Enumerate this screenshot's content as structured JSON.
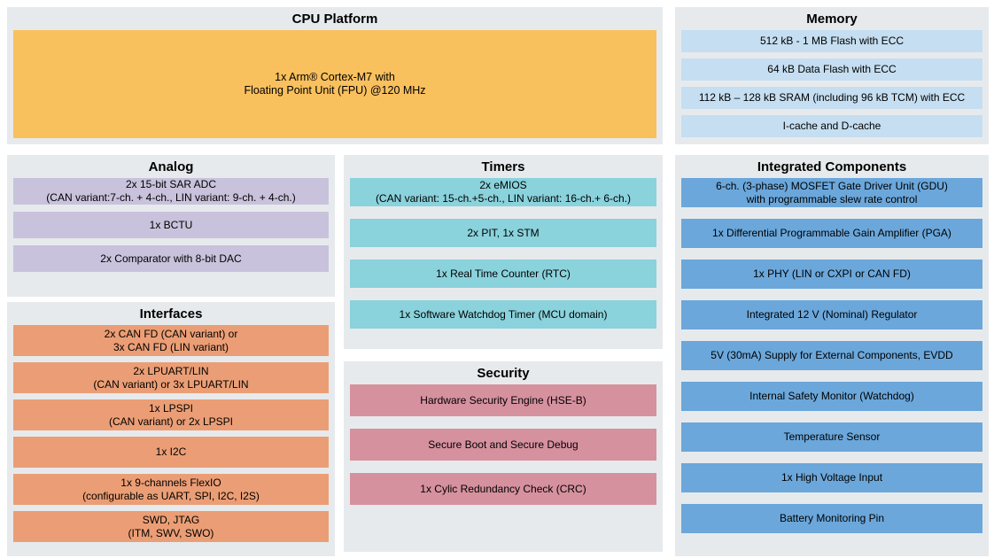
{
  "colors": {
    "panel_background": "#e7eaec",
    "cpu_block": "#f9c05e",
    "memory_row": "#c5def1",
    "analog_row": "#c9c2dc",
    "interfaces_row": "#eb9e75",
    "timers_row": "#8ad2dc",
    "security_row": "#d6919e",
    "integrated_row": "#6ba7db"
  },
  "panels": {
    "cpu_platform": {
      "title": "CPU Platform",
      "block": "1x Arm® Cortex-M7 with\nFloating Point Unit (FPU) @120 MHz"
    },
    "memory": {
      "title": "Memory",
      "rows": [
        "512 kB - 1 MB Flash with ECC",
        "64 kB Data Flash with ECC",
        "112 kB – 128 kB SRAM (including 96 kB TCM) with ECC",
        "I-cache and D-cache"
      ]
    },
    "analog": {
      "title": "Analog",
      "rows": [
        "2x 15-bit SAR ADC\n(CAN variant:7-ch. + 4-ch., LIN variant: 9-ch. + 4-ch.)",
        "1x BCTU",
        "2x Comparator with 8-bit DAC"
      ]
    },
    "interfaces": {
      "title": "Interfaces",
      "rows": [
        "2x CAN FD (CAN variant) or\n3x CAN FD (LIN variant)",
        "2x LPUART/LIN\n(CAN variant) or 3x LPUART/LIN",
        "1x LPSPI\n(CAN variant) or 2x LPSPI",
        "1x I2C",
        "1x 9-channels FlexIO\n(configurable as UART, SPI, I2C, I2S)",
        "SWD, JTAG\n(ITM, SWV, SWO)"
      ]
    },
    "timers": {
      "title": "Timers",
      "rows": [
        "2x eMIOS\n(CAN variant: 15-ch.+5-ch., LIN variant: 16-ch.+ 6-ch.)",
        "2x PIT, 1x STM",
        "1x Real Time Counter (RTC)",
        "1x Software Watchdog Timer (MCU domain)"
      ]
    },
    "security": {
      "title": "Security",
      "rows": [
        "Hardware Security Engine (HSE-B)",
        "Secure Boot and Secure Debug",
        "1x Cylic Redundancy Check (CRC)"
      ]
    },
    "integrated_components": {
      "title": "Integrated Components",
      "rows": [
        "6-ch. (3-phase) MOSFET Gate Driver Unit (GDU)\nwith programmable slew rate control",
        "1x Differential Programmable Gain Amplifier (PGA)",
        "1x PHY (LIN or CXPI or CAN FD)",
        "Integrated 12 V (Nominal) Regulator",
        "5V (30mA) Supply for External Components, EVDD",
        "Internal Safety Monitor (Watchdog)",
        "Temperature Sensor",
        "1x High Voltage Input",
        "Battery Monitoring Pin"
      ]
    }
  }
}
